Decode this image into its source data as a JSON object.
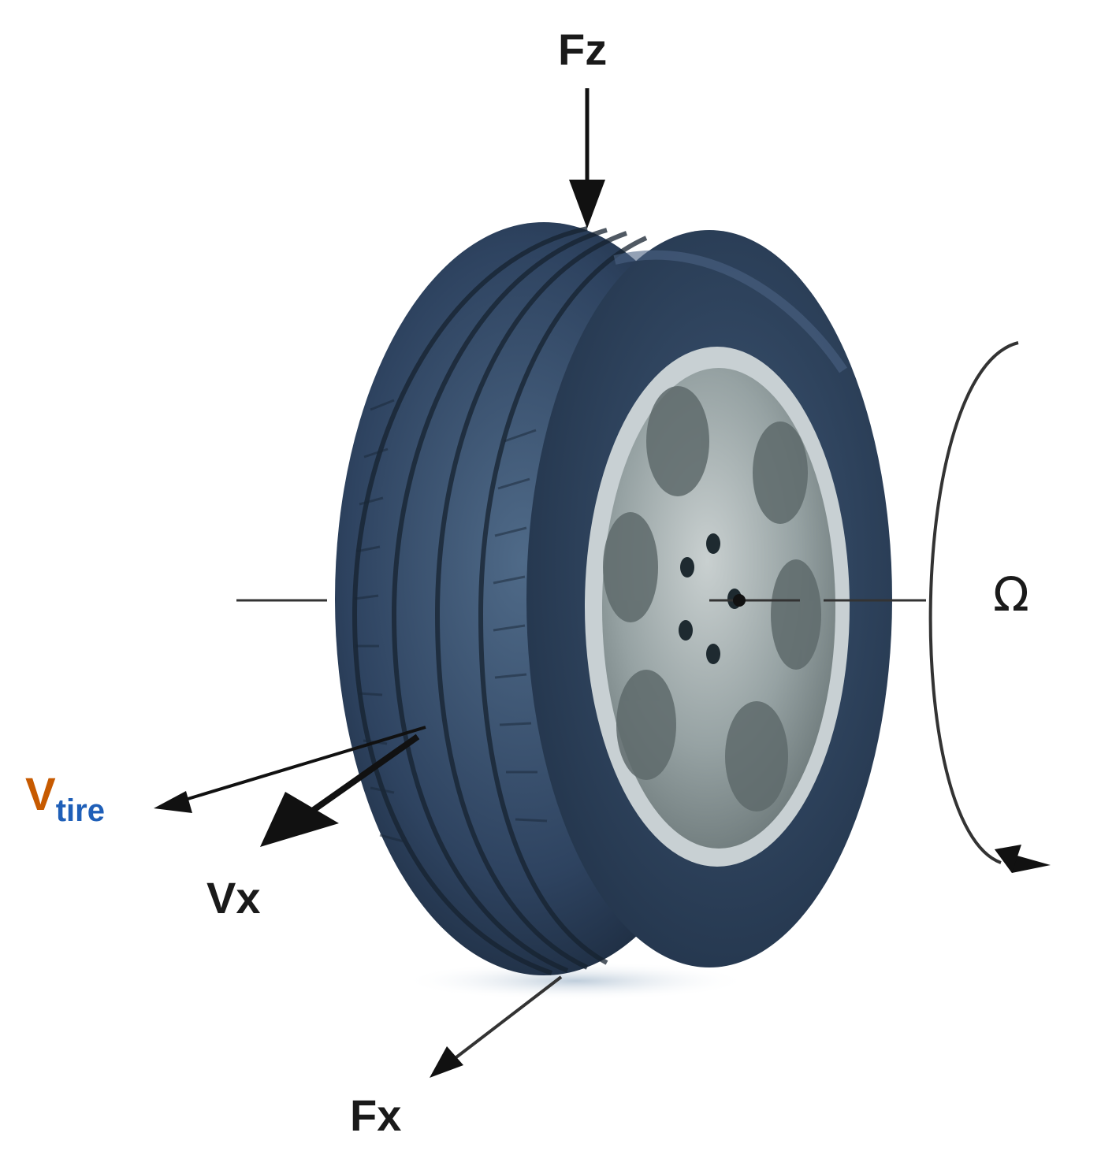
{
  "labels": {
    "fz": "Fz",
    "omega": "Ω",
    "vx": "Vx",
    "fx": "Fx",
    "vtire_main": "V",
    "vtire_sub": "tire"
  },
  "colors": {
    "tire_dark": "#22344a",
    "tire_mid": "#3b5270",
    "tire_light": "#5b7695",
    "rim": "#8e9a9c",
    "vtire_main": "#c75a00",
    "vtire_sub": "#1f5fb8",
    "arrow": "#111111"
  },
  "icons": {
    "tire": "tire-illustration",
    "wheel": "alloy-wheel"
  }
}
